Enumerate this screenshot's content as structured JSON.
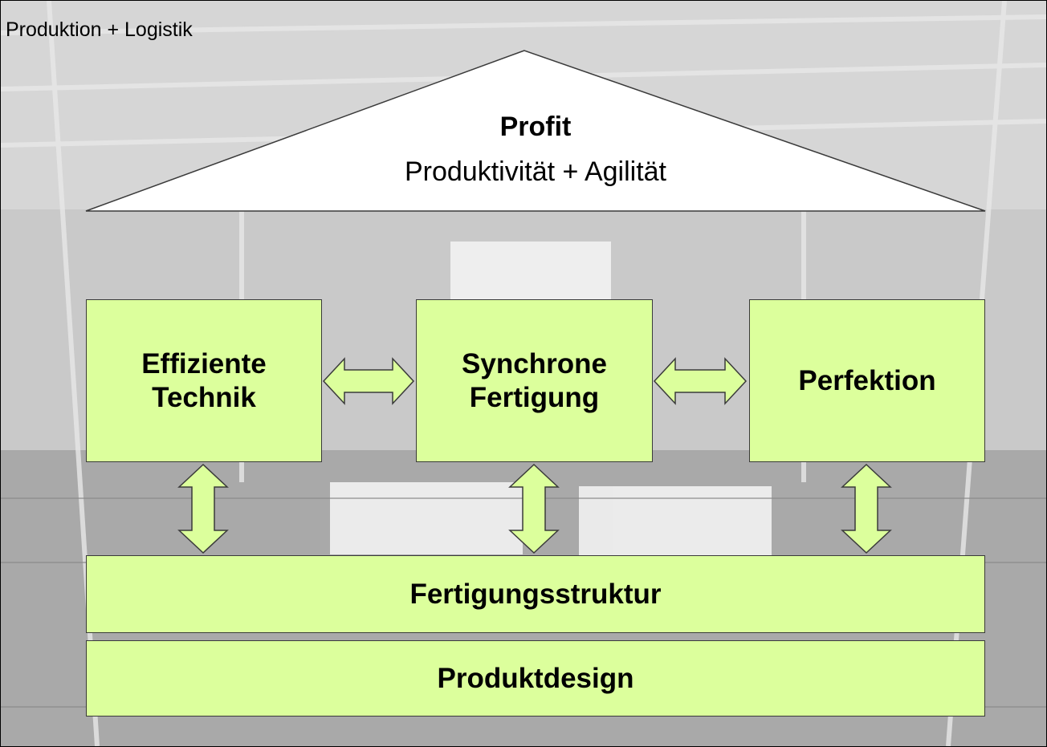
{
  "slide": {
    "title": "Produktion + Logistik"
  },
  "roof": {
    "title": "Profit",
    "subtitle": "Produktivität + Agilität"
  },
  "pillars": [
    {
      "label": "Effiziente\nTechnik"
    },
    {
      "label": "Synchrone\nFertigung"
    },
    {
      "label": "Perfektion"
    }
  ],
  "foundation": {
    "structure_label": "Fertigungsstruktur",
    "design_label": "Produktdesign"
  },
  "colors": {
    "box_fill": "#dcff9c",
    "roof_fill": "#ffffff",
    "arrow_fill": "#dcff9c"
  }
}
